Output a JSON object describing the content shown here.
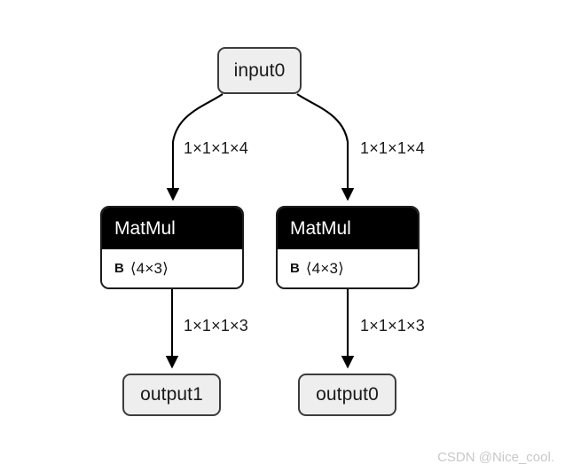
{
  "graph": {
    "background_color": "#ffffff",
    "nodes": {
      "input": {
        "label": "input0"
      },
      "matmul_left": {
        "title": "MatMul",
        "param_name": "B",
        "param_shape": "⟨4×3⟩"
      },
      "matmul_right": {
        "title": "MatMul",
        "param_name": "B",
        "param_shape": "⟨4×3⟩"
      },
      "output_left": {
        "label": "output1"
      },
      "output_right": {
        "label": "output0"
      }
    },
    "edges": {
      "input_to_matmul_left": {
        "label": "1×1×1×4"
      },
      "input_to_matmul_right": {
        "label": "1×1×1×4"
      },
      "matmul_left_to_output": {
        "label": "1×1×1×3"
      },
      "matmul_right_to_output": {
        "label": "1×1×1×3"
      }
    },
    "colors": {
      "op_header_bg": "#000000",
      "op_header_text": "#ffffff",
      "io_fill": "#eeeeee",
      "io_border": "#3d3d3d",
      "edge_stroke": "#000000"
    }
  },
  "watermark": {
    "text": "CSDN @Nice_cool."
  }
}
